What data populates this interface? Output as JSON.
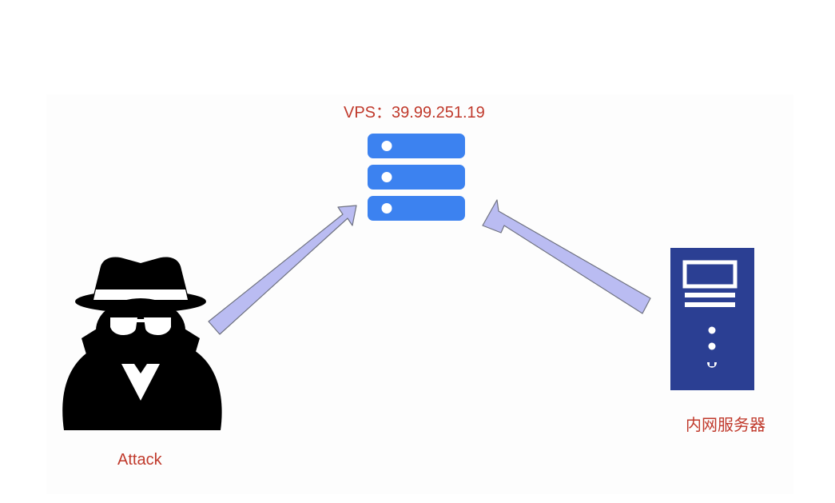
{
  "vps": {
    "label": "VPS：39.99.251.19",
    "icon": "server-rack-icon",
    "color": "#3c82f0"
  },
  "attacker": {
    "label": "Attack",
    "icon": "hacker-spy-icon",
    "color": "#000000"
  },
  "internal_server": {
    "label": "内网服务器",
    "icon": "tower-server-icon",
    "color": "#2b3f93"
  },
  "connections": [
    {
      "from": "attacker",
      "to": "vps",
      "color": "#babcf2"
    },
    {
      "from": "internal_server",
      "to": "vps",
      "color": "#babcf2"
    }
  ],
  "label_color": "#c0392b"
}
